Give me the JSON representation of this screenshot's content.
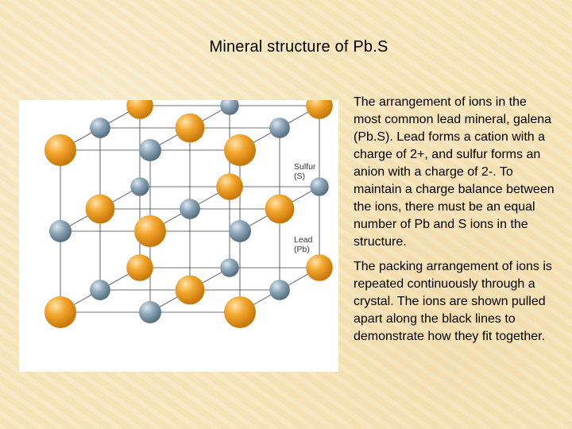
{
  "title": "Mineral structure of Pb.S",
  "figure": {
    "labels": {
      "sulfur_name": "Sulfur",
      "sulfur_symbol": "(S)",
      "lead_name": "Lead",
      "lead_symbol": "(Pb)"
    },
    "colors": {
      "sulfur": "#7f9aad",
      "lead": "#f0a024",
      "bonds": "#444444",
      "background": "#ffffff"
    }
  },
  "paragraphs": [
    "The arrangement of ions in the most common lead mineral, galena (Pb.S). Lead forms a cation with a charge of 2+, and sulfur forms an anion with a charge of 2-. To maintain a charge balance between the ions, there must be an equal number of Pb and S ions in the structure.",
    "The packing arrangement of ions is repeated continuously through a crystal. The ions are shown pulled apart along the black lines to demonstrate how they fit together."
  ]
}
